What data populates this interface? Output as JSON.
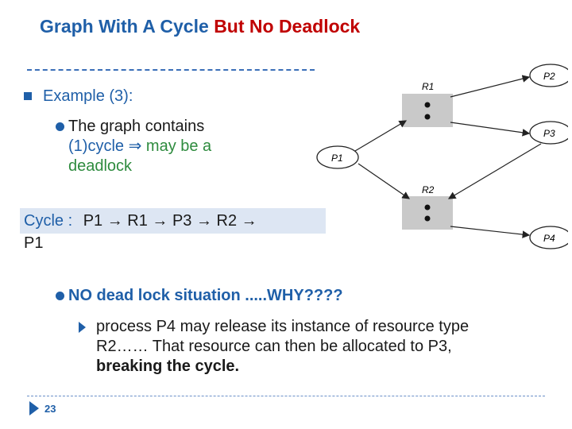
{
  "slide": {
    "title_part1": "Graph With A Cycle",
    "title_part2": "But No Deadlock",
    "example_label": "Example (3):",
    "point1": {
      "line1": "The graph contains",
      "line2_blue": "(1)cycle",
      "line2_arrow": "⇒",
      "line2_green": "may be a",
      "line3_green": "deadlock"
    },
    "cycle": {
      "label": "Cycle :",
      "path": "P1 → R1 → P3 → R2 →",
      "path_end": "P1"
    },
    "point2": "NO dead lock situation .....WHY????",
    "subpoint": {
      "line1": "process P4 may release its instance of resource type",
      "line2": "R2…… That resource can then be allocated to P3,",
      "line3": "breaking the cycle."
    },
    "page_number": "23"
  },
  "graph": {
    "nodes": {
      "p1": "P1",
      "p2": "P2",
      "p3": "P3",
      "p4": "P4",
      "r1": "R1",
      "r2": "R2"
    }
  },
  "colors": {
    "accent": "#1f5fa8",
    "title_red": "#c00000",
    "green": "#2e8b3e",
    "band": "#dde6f3",
    "resource_box": "#c9c9c9"
  }
}
